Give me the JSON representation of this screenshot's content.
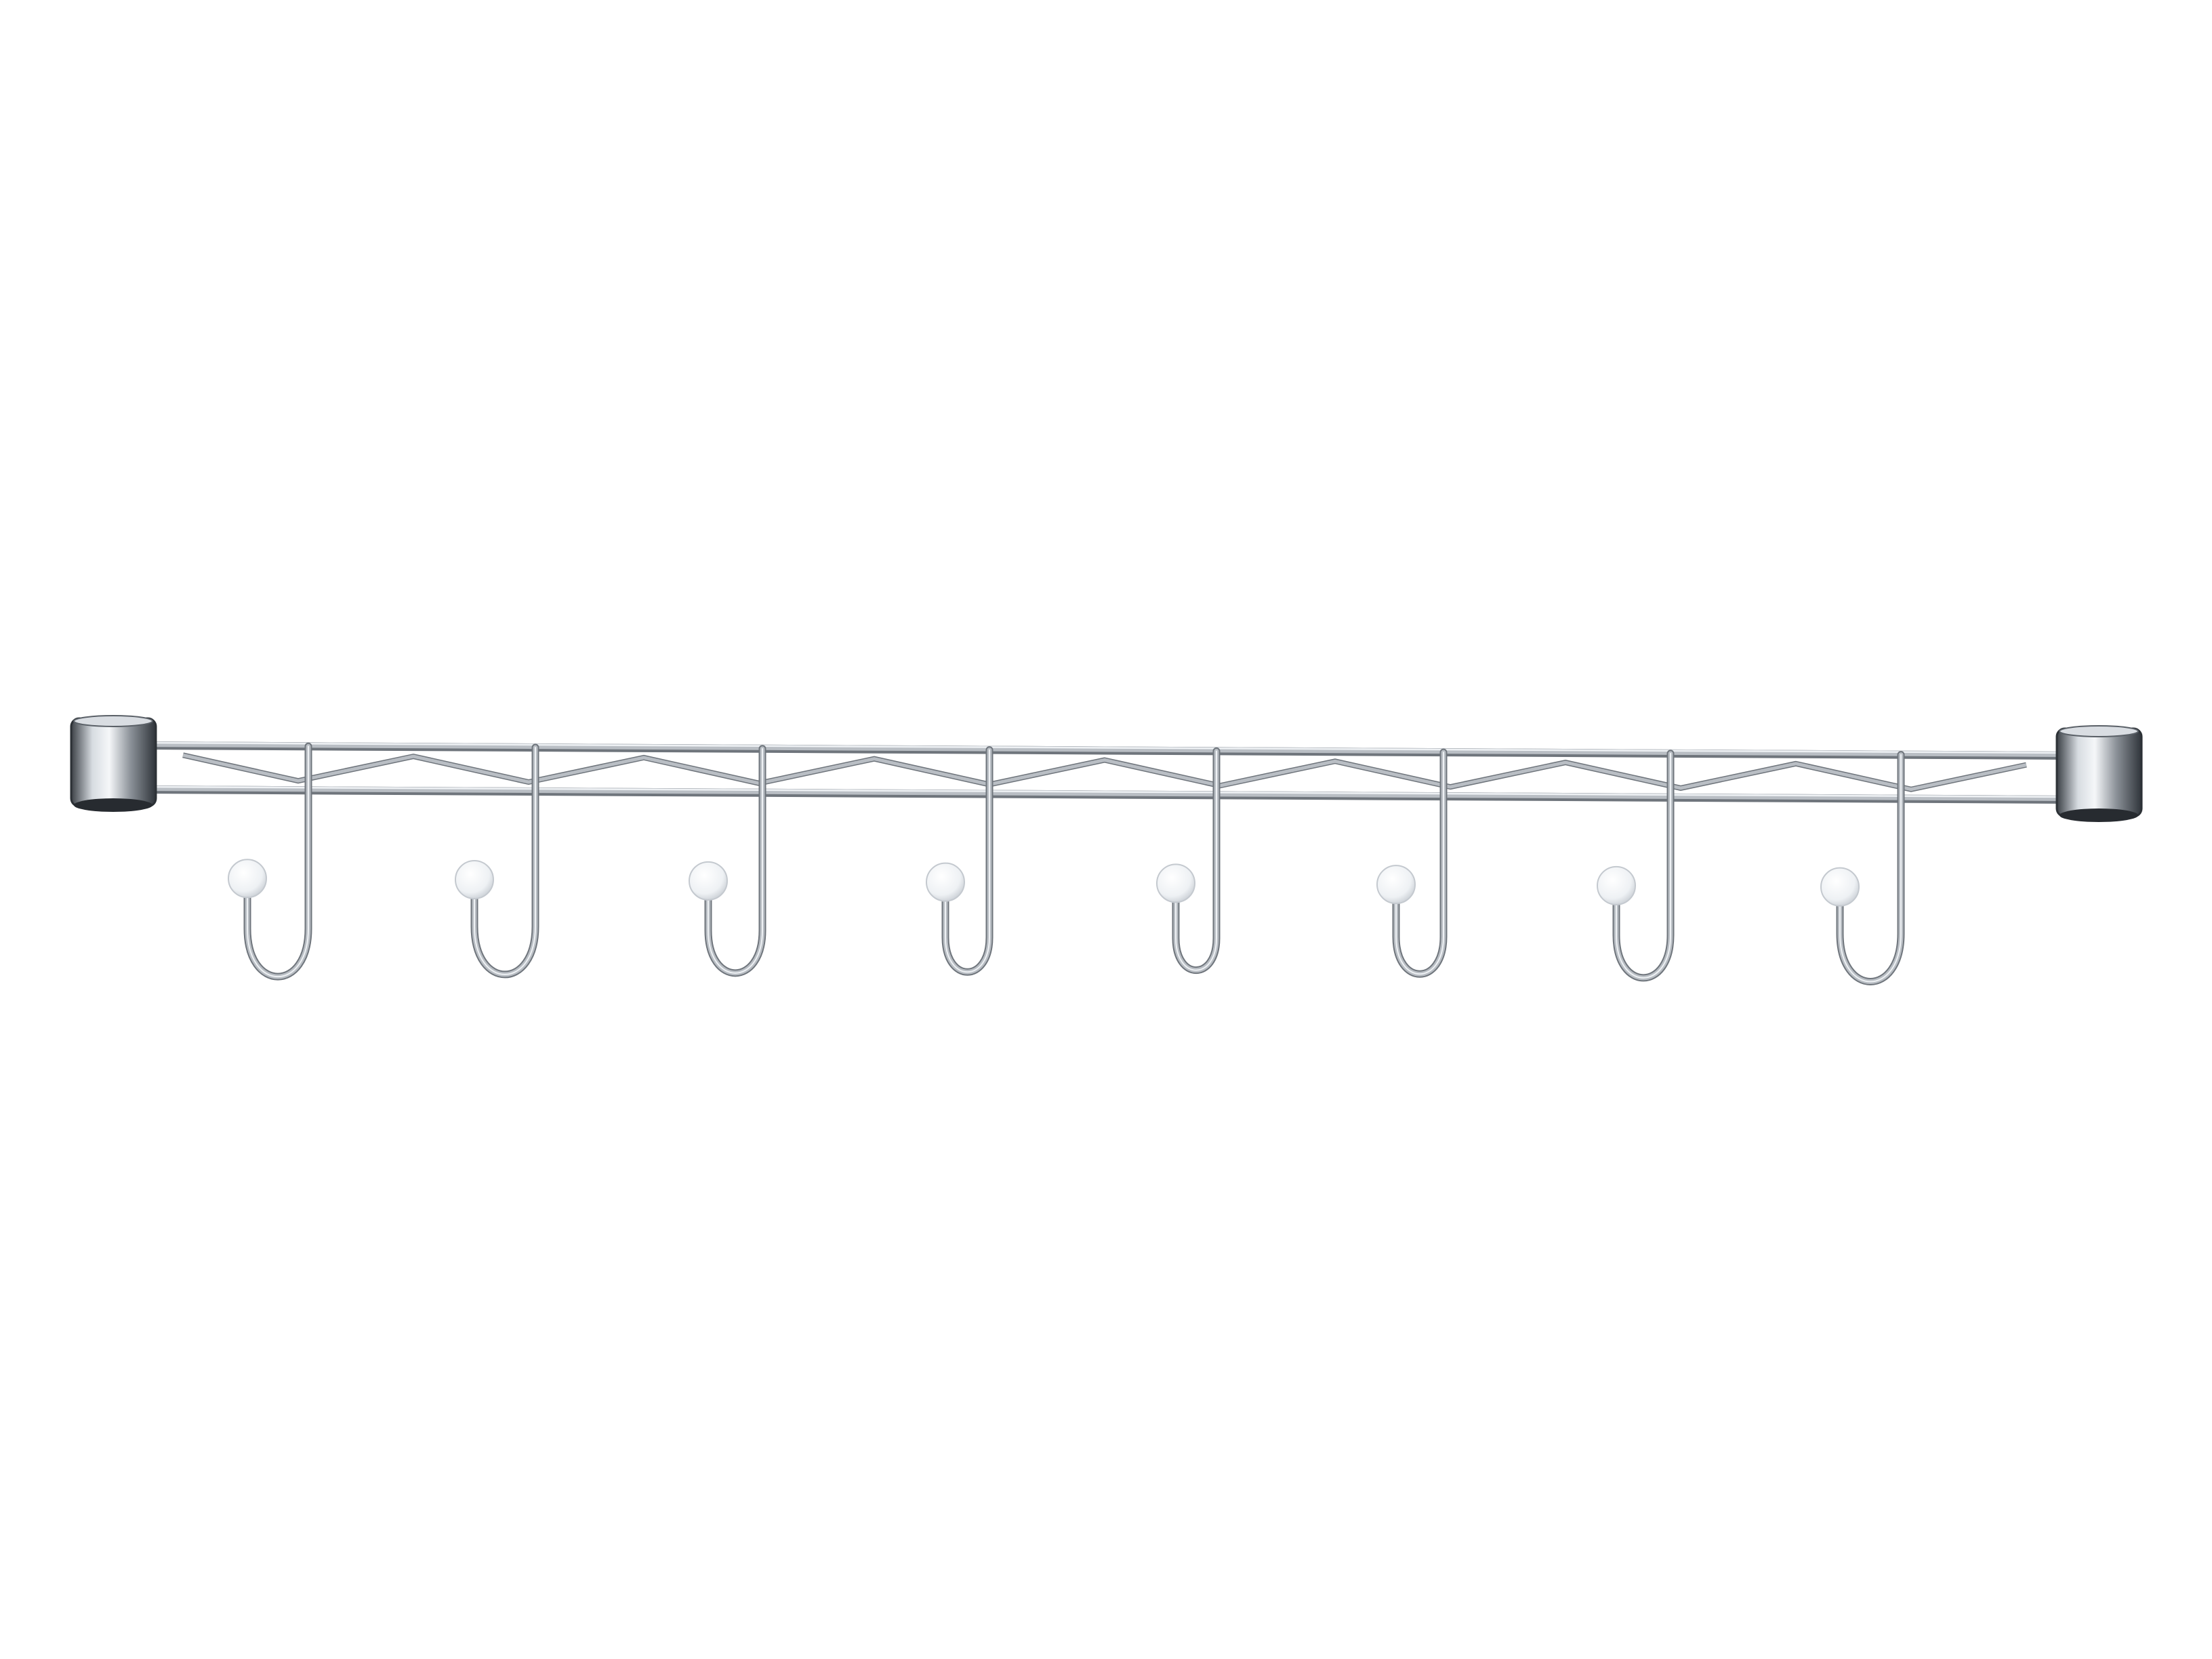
{
  "photo": {
    "subject": "wire-shelf-hook-rack",
    "background_color": "#ffffff",
    "metal_color": "#b9bec4",
    "metal_highlight": "#eef1f4",
    "metal_shadow": "#6f757c",
    "knob_color": "#f4f6f8",
    "hook_count": 8,
    "end_clamp_count": 2
  }
}
